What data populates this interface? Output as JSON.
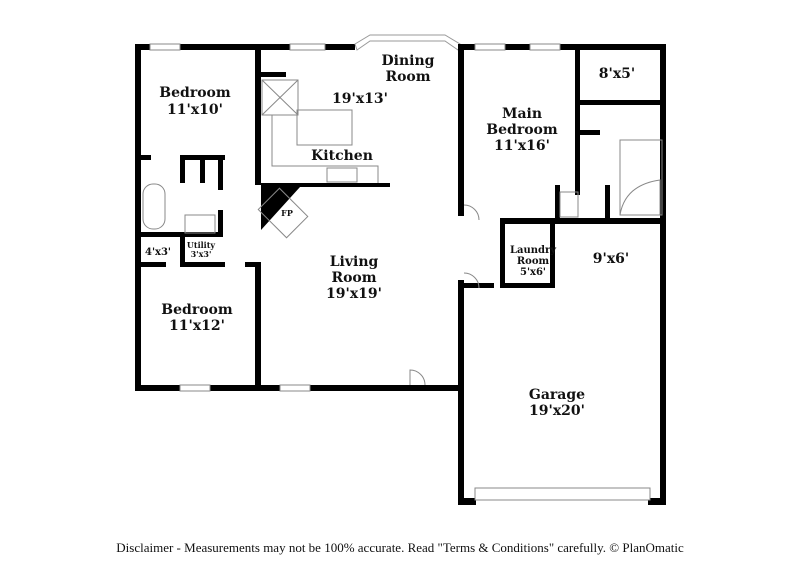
{
  "rooms": {
    "bedroom1": {
      "name": "Bedroom",
      "size": "11'x10'"
    },
    "dining": {
      "name1": "Dining",
      "name2": "Room",
      "size": "19'x13'"
    },
    "kitchen": {
      "name": "Kitchen"
    },
    "main_bedroom": {
      "name1": "Main",
      "name2": "Bedroom",
      "size": "11'x16'"
    },
    "closet_main": {
      "size": "8'x5'"
    },
    "fireplace": {
      "name": "FP"
    },
    "laundry": {
      "name1": "Laundry",
      "name2": "Room",
      "size": "5'x6'"
    },
    "storage": {
      "size": "9'x6'"
    },
    "closet_small": {
      "size": "4'x3'"
    },
    "utility": {
      "name": "Utility",
      "size": "3'x3'"
    },
    "living": {
      "name1": "Living",
      "name2": "Room",
      "size": "19'x19'"
    },
    "bedroom2": {
      "name": "Bedroom",
      "size": "11'x12'"
    },
    "garage": {
      "name": "Garage",
      "size": "19'x20'"
    }
  },
  "disclaimer": "Disclaimer - Measurements may not be 100% accurate. Read \"Terms & Conditions\" carefully. © PlanOmatic",
  "colors": {
    "wall": "#000000",
    "fixture": "#888888"
  }
}
